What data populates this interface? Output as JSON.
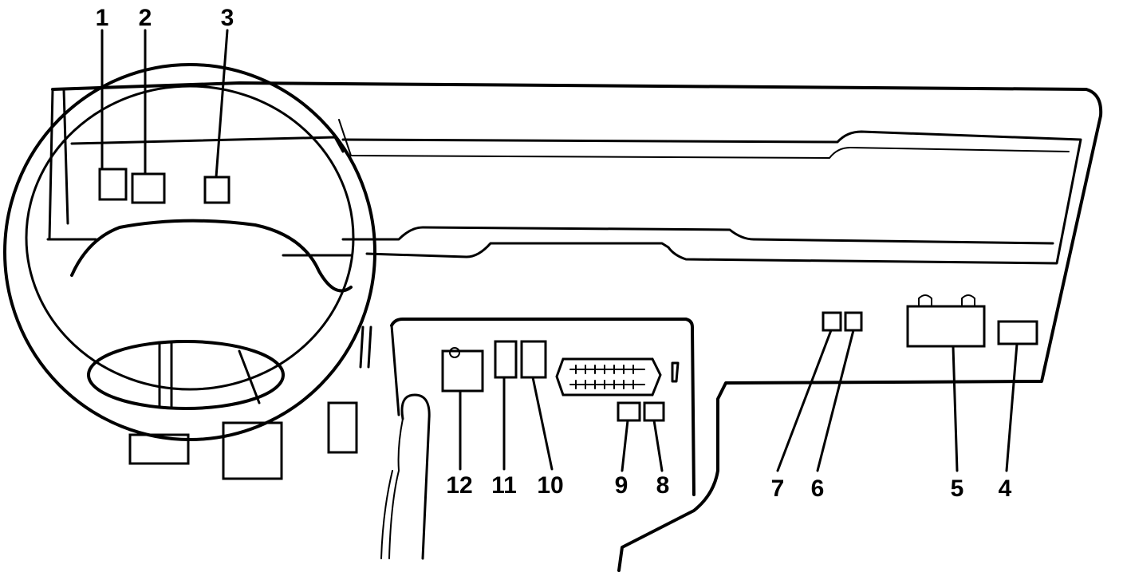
{
  "diagram": {
    "style": "black line-art on white",
    "line_color": "#000000",
    "background": "#ffffff",
    "callouts": [
      {
        "id": "1",
        "label": "1"
      },
      {
        "id": "2",
        "label": "2"
      },
      {
        "id": "3",
        "label": "3"
      },
      {
        "id": "4",
        "label": "4"
      },
      {
        "id": "5",
        "label": "5"
      },
      {
        "id": "6",
        "label": "6"
      },
      {
        "id": "7",
        "label": "7"
      },
      {
        "id": "8",
        "label": "8"
      },
      {
        "id": "9",
        "label": "9"
      },
      {
        "id": "10",
        "label": "10"
      },
      {
        "id": "11",
        "label": "11"
      },
      {
        "id": "12",
        "label": "12"
      }
    ]
  }
}
